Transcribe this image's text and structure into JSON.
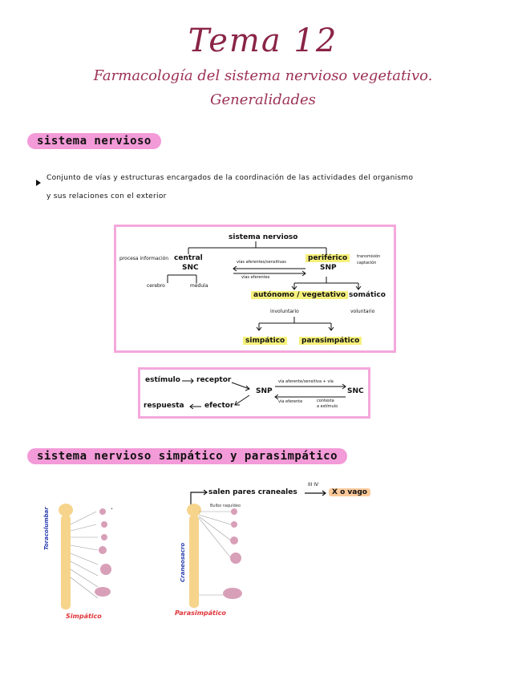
{
  "header": {
    "title": "Tema 12",
    "subtitle_line1": "Farmacología del sistema nervioso vegetativo.",
    "subtitle_line2": "Generalidades"
  },
  "section1": {
    "heading": "sistema nervioso",
    "bullet_line1": "Conjunto de vías y estructuras encargados de la coordinación de las actividades del organismo",
    "bullet_line2": "y sus relaciones con el exterior"
  },
  "diagram1": {
    "root": "sistema nervioso",
    "central": "central",
    "snc": "SNC",
    "left_note": "procesa información",
    "cerebro": "cerebro",
    "medula": "médula",
    "arrow_top": "vías aferentes/sensitivas",
    "arrow_bottom": "vías eferentes",
    "periferico": "periférico",
    "snp": "SNP",
    "right_note1": "transmisión",
    "right_note2": "captación",
    "autonomo": "autónomo / vegetativo",
    "somatico": "somático",
    "involuntario": "involuntario",
    "voluntario": "voluntario",
    "simpatico": "simpático",
    "parasimpatico": "parasimpático"
  },
  "diagram2": {
    "estimulo": "estímulo",
    "receptor": "receptor",
    "snp": "SNP",
    "snc": "SNC",
    "arrow_top": "vía aferente/sensitiva + vía",
    "arrow_bottom": "vía eferente",
    "note1": "contesta",
    "note2": "a estímulo",
    "respuesta": "respuesta",
    "efector": "efector"
  },
  "section2": {
    "heading": "sistema nervioso simpático y parasimpático",
    "cranial_text": "salen pares craneales",
    "cranial_label": "III IV",
    "vago": "X o vago",
    "left_fig_label": "Toracolumbar",
    "left_fig_caption": "Simpático",
    "right_fig_label": "Craneosacro",
    "right_fig_caption": "Parasimpático",
    "bulbo": "Bulbo raquídeo"
  },
  "colors": {
    "title": "#8a2446",
    "pill": "#f39ad8",
    "box_border": "#f4a8dc",
    "highlight_yellow": "#f5f07a",
    "highlight_orange": "#f9c99a",
    "caption_red": "#e0353a",
    "label_blue": "#2b3fb0"
  }
}
